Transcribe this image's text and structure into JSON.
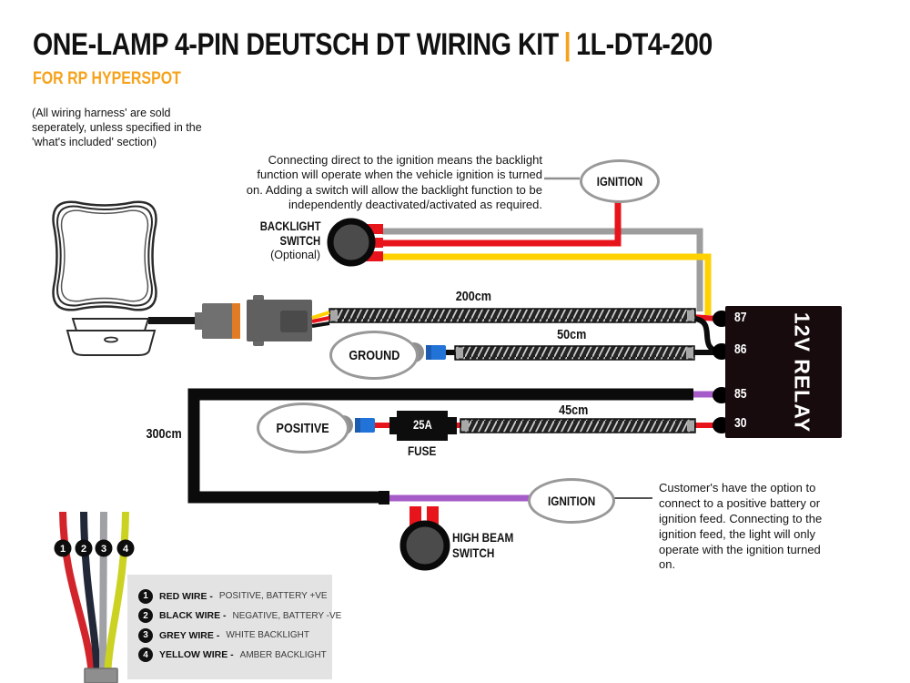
{
  "header": {
    "title": "ONE-LAMP 4-PIN DEUTSCH DT WIRING KIT",
    "separator": "|",
    "model": "1L-DT4-200",
    "subtitle": "FOR RP HYPERSPOT",
    "note": "(All wiring harness' are sold seperately, unless specified in the 'what's included' section)"
  },
  "annotations": {
    "ignition_note": "Connecting direct to the ignition means the backlight function will operate when the vehicle ignition is turned on. Adding a switch will allow the backlight function to be independently deactivated/activated as required.",
    "customer_note": "Customer's have the option to connect to a positive battery or ignition feed. Connecting to the ignition feed, the light will only operate with the ignition turned on."
  },
  "labels": {
    "backlight_switch_line1": "BACKLIGHT",
    "backlight_switch_line2": "SWITCH",
    "backlight_switch_line3": "(Optional)",
    "ignition_top": "IGNITION",
    "ignition_bottom": "IGNITION",
    "ground": "GROUND",
    "positive": "POSITIVE",
    "fuse_amp": "25A",
    "fuse": "FUSE",
    "high_beam_line1": "HIGH BEAM",
    "high_beam_line2": "SWITCH",
    "len_200": "200cm",
    "len_50": "50cm",
    "len_45": "45cm",
    "len_300": "300cm"
  },
  "relay": {
    "label": "12V RELAY",
    "pins": [
      "87",
      "86",
      "85",
      "30"
    ]
  },
  "legend": {
    "items": [
      {
        "num": "1",
        "name": "RED WIRE -",
        "desc": "POSITIVE, BATTERY +VE"
      },
      {
        "num": "2",
        "name": "BLACK WIRE -",
        "desc": "NEGATIVE, BATTERY -VE"
      },
      {
        "num": "3",
        "name": "GREY WIRE -",
        "desc": "WHITE BACKLIGHT"
      },
      {
        "num": "4",
        "name": "YELLOW WIRE -",
        "desc": "AMBER BACKLIGHT"
      }
    ]
  },
  "colors": {
    "accent_orange": "#F6A21C",
    "wire_red": "#E8141C",
    "wire_yellow": "#FFD100",
    "wire_grey": "#9D9D9D",
    "wire_purple": "#A55BC8",
    "wire_black": "#0B0B0B",
    "connector_blue": "#2273D8",
    "relay_body": "#170B0D",
    "legend_bg": "#E3E3E3"
  }
}
